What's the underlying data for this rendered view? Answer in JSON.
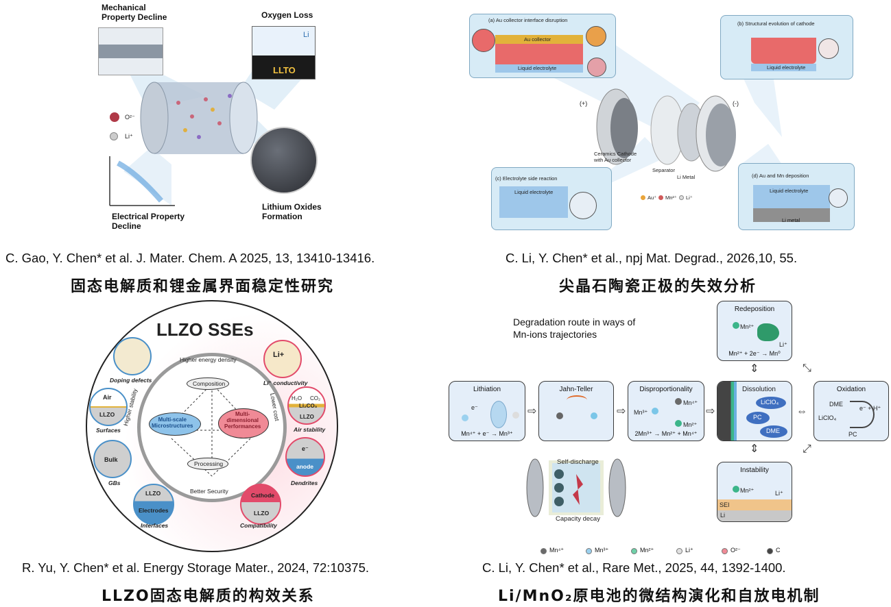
{
  "panels": {
    "top_left": {
      "mechanical": "Mechanical\nProperty Decline",
      "oxygen_loss": "Oxygen Loss",
      "li_small": "Li",
      "llto": "LLTO",
      "o2_legend": "O²⁻",
      "li_legend": "Li⁺",
      "electrical": "Electrical Property\nDecline",
      "lithium_oxides": "Lithium Oxides\nFormation",
      "citation": "C. Gao, Y. Chen* et al.  J. Mater. Chem. A 2025, 13, 13410-13416.",
      "title": "固态电解质和锂金属界面稳定性研究"
    },
    "top_right": {
      "a_title": "(a) Au collector interface disruption",
      "au_collector": "Au collector",
      "liquid_electrolyte": "Liquid electrolyte",
      "b_title": "(b) Structural evolution of cathode",
      "b_liquid": "Liquid electrolyte",
      "plus": "(+)",
      "minus": "(-)",
      "ceramics": "Ceramics Cathode\nwith Au collector",
      "separator": "Separator",
      "li_metal": "Li Metal",
      "legend_au": "Au⁺",
      "legend_mn": "Mn²⁺",
      "legend_li": "Li⁺",
      "c_title": "(c) Electrolyte side reaction",
      "c_liquid": "Liquid electrolyte",
      "d_title": "(d) Au and Mn deposition",
      "d_liquid": "Liquid electrolyte",
      "d_li_metal": "Li metal",
      "citation": "C. Li, Y. Chen* et al., npj Mat. Degrad., 2026,10, 55.",
      "title": "尖晶石陶瓷正极的失效分析"
    },
    "bottom_left": {
      "heading": "LLZO SSEs",
      "higher_energy": "Higher energy density",
      "better_security": "Better Security",
      "higher_stability": "Higher stability",
      "lower_cost": "Lower cost",
      "composition": "Composition",
      "processing": "Processing",
      "multiscale": "Multi-scale\nMicrostructures",
      "multidim": "Multi-\ndimensional\nPerformances",
      "doping": "Doping defects",
      "li_plus": "Li+",
      "li_conductivity": "Li⁺ conductivity",
      "air": "Air",
      "llzo": "LLZO",
      "surfaces": "Surfaces",
      "h2o": "H₂O",
      "co2": "CO₂",
      "li2co3": "Li₂CO₃",
      "air_stability": "Air stability",
      "bulk": "Bulk",
      "gbs": "GBs",
      "e_minus": "e⁻",
      "anode": "anode",
      "dendrites": "Dendrites",
      "electrodes": "Electrodes",
      "interfaces": "Interfaces",
      "cathode": "Cathode",
      "compatibility": "Compatibility",
      "citation": "R. Yu, Y. Chen* et al. Energy Storage Mater., 2024, 72:10375.",
      "title": "LLZO固态电解质的构效关系"
    },
    "bottom_right": {
      "route": "Degradation route in ways of\nMn-ions trajectories",
      "redeposition": "Redeposition",
      "redep_mn": "Mn²⁺",
      "redep_li": "Li⁺",
      "redep_eq": "Mn²⁺ + 2e⁻ → Mn⁰",
      "lithiation": "Lithiation",
      "lith_e": "e⁻",
      "lith_eq": "Mn⁴⁺ + e⁻ → Mn³⁺",
      "jahn": "Jahn-Teller",
      "disprop": "Disproportionality",
      "disp_mn4": "Mn⁴⁺",
      "disp_mn3": "Mn³⁺",
      "disp_mn2": "Mn²⁺",
      "disp_eq": "2Mn³⁺ → Mn²⁺ + Mn⁴⁺",
      "dissolution": "Dissolution",
      "liclo4": "LiClO₄",
      "pc": "PC",
      "dme": "DME",
      "oxidation": "Oxidation",
      "ox_dme": "DME",
      "ox_liclo4": "LiClO₄",
      "ox_eh": "e⁻ + H⁺",
      "ox_pc": "PC",
      "self_discharge": "Self-discharge",
      "capacity_decay": "Capacity decay",
      "instability": "Instability",
      "inst_mn": "Mn²⁺",
      "inst_li": "Li⁺",
      "sei": "SEI",
      "inst_li_metal": "Li",
      "legend": [
        "Mn⁴⁺",
        "Mn³⁺",
        "Mn²⁺",
        "Li⁺",
        "O²⁻",
        "C"
      ],
      "citation": "C. Li, Y. Chen* et al., Rare Met., 2025, 44, 1392-1400.",
      "title": "Li/MnO₂原电池的微结构演化和自放电机制"
    }
  },
  "colors": {
    "panel_blue": "#d7ebf6",
    "cathode_red": "#e86a6a",
    "gold": "#e2b23a",
    "mn_green": "#3cb58a",
    "circle_blue": "#4a90c8",
    "pink": "#e24a6a"
  }
}
